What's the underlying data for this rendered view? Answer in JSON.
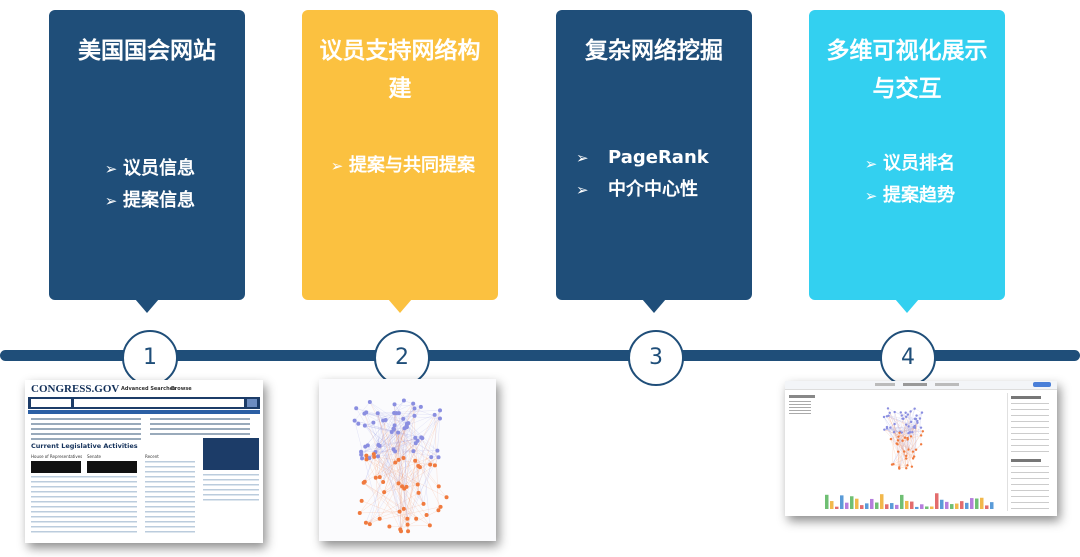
{
  "cards": [
    {
      "title": "美国国会网站",
      "bullets": [
        "议员信息",
        "提案信息"
      ],
      "color": "#1f4e79"
    },
    {
      "title": "议员支持网络构建",
      "bullets": [
        "提案与共同提案"
      ],
      "color": "#fbc140"
    },
    {
      "title": "复杂网络挖掘",
      "bullets": [
        "PageRank",
        "中介中心性"
      ],
      "color": "#1f4e79"
    },
    {
      "title": "多维可视化展示与交互",
      "bullets": [
        "议员排名",
        "提案趋势"
      ],
      "color": "#33d0f0"
    }
  ],
  "steps": [
    "1",
    "2",
    "3",
    "4"
  ],
  "bullet_arrow": "➢",
  "thumbnail_congress": {
    "logo": "CONGRESS.GOV",
    "nav": [
      "Advanced Searches",
      "Browse"
    ],
    "heading": "Current Legislative Activities",
    "columns": [
      "House of Representatives",
      "Senate",
      "Recent"
    ]
  },
  "colors": {
    "timeline": "#1f4e79",
    "network_blue": "#8a8ee0",
    "network_orange": "#f07a3e"
  }
}
